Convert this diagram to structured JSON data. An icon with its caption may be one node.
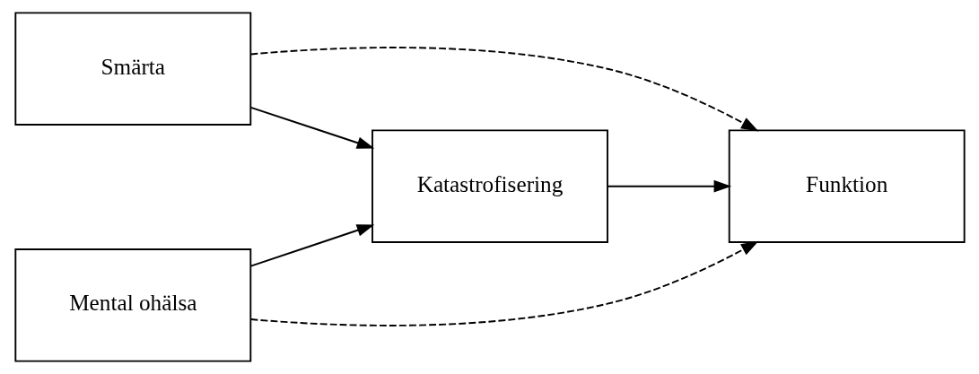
{
  "diagram": {
    "nodes": [
      {
        "text": [
          "Smärta"
        ]
      },
      {
        "text": [
          "Mental ohälsa"
        ]
      },
      {
        "text": [
          "Katastrofisering"
        ]
      },
      {
        "text": [
          "Funktion"
        ]
      }
    ],
    "edges": [
      {
        "from": 0,
        "to": 2,
        "arrow": "to"
      },
      {
        "from": 1,
        "to": 2,
        "arrow": "to"
      },
      {
        "from": 2,
        "to": 3,
        "arrow": "to"
      },
      {
        "from": 0,
        "to": 3,
        "arrow": "to",
        "style": "dashed"
      },
      {
        "from": 1,
        "to": 3,
        "arrow": "to",
        "style": "dashed"
      }
    ]
  }
}
